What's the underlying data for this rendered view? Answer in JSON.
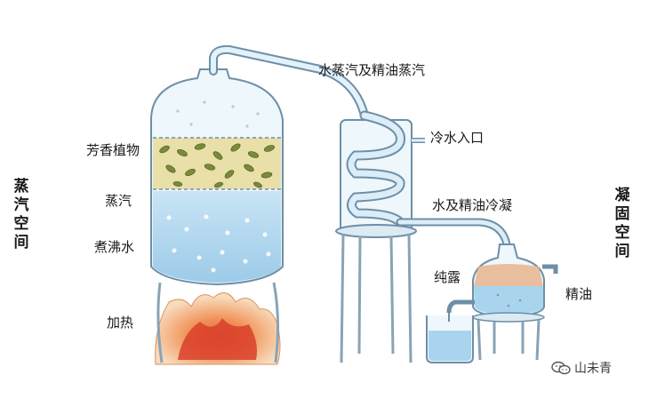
{
  "labels": {
    "aromatic_plants": "芳香植物",
    "steam": "蒸汽",
    "boiling_water": "煮沸水",
    "heating": "加热",
    "steam_and_oil_vapor": "水蒸汽及精油蒸汽",
    "cold_water_inlet": "冷水入口",
    "water_oil_condense": "水及精油冷凝",
    "hydrosol": "纯露",
    "essential_oil": "精油",
    "steam_space": "蒸汽空间",
    "condensation_space": "凝固空间"
  },
  "watermark": {
    "text": "山未青",
    "icon": "wechat-icon"
  },
  "colors": {
    "water": "#a9d4ee",
    "glass": "#eaf5fc",
    "outline": "#6e8fa6",
    "plants": "#e8dca0",
    "flame": "#e2532c",
    "oil": "#e8b48e"
  }
}
